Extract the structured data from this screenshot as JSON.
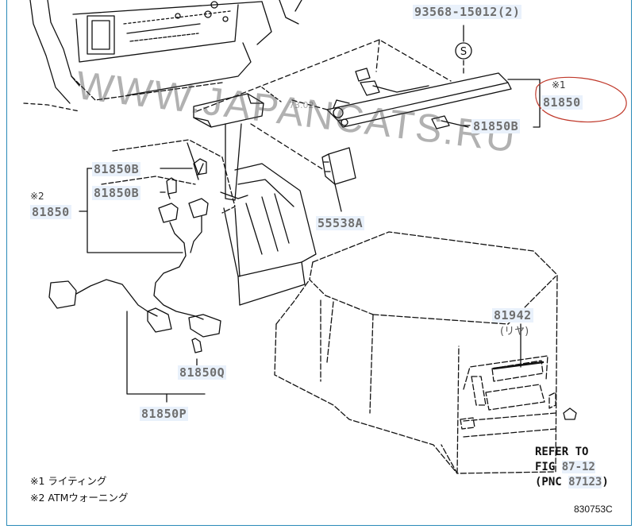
{
  "labels": {
    "screw": "93568-15012(2)",
    "lamp_assy_1": "81850",
    "lamp_assy_1_mark": "※1",
    "bulb_upper_right": "81850B",
    "bulb_left_a": "81850B",
    "bulb_left_b": "81850B",
    "lamp_assy_2": "81850",
    "lamp_assy_2_mark": "※2",
    "cover": "55538A",
    "rear_lamp": "81942",
    "rear_lamp_jp": "(リヤ)",
    "bulb_q": "81850Q",
    "socket_p": "81850P"
  },
  "refer": {
    "line1": "REFER TO",
    "line2_prefix": "FIG ",
    "line2_fig": "87-12",
    "line3_prefix": "(PNC ",
    "line3_pnc": "87123",
    "line3_suffix": ")"
  },
  "notes": {
    "note1": "※1 ライティング",
    "note2": "※2 ATMウォーニング"
  },
  "diagram_code": "830753C",
  "watermark": "WWW.JAPANCATS.RU",
  "screw_symbol": "S",
  "faint_text": "73.02"
}
